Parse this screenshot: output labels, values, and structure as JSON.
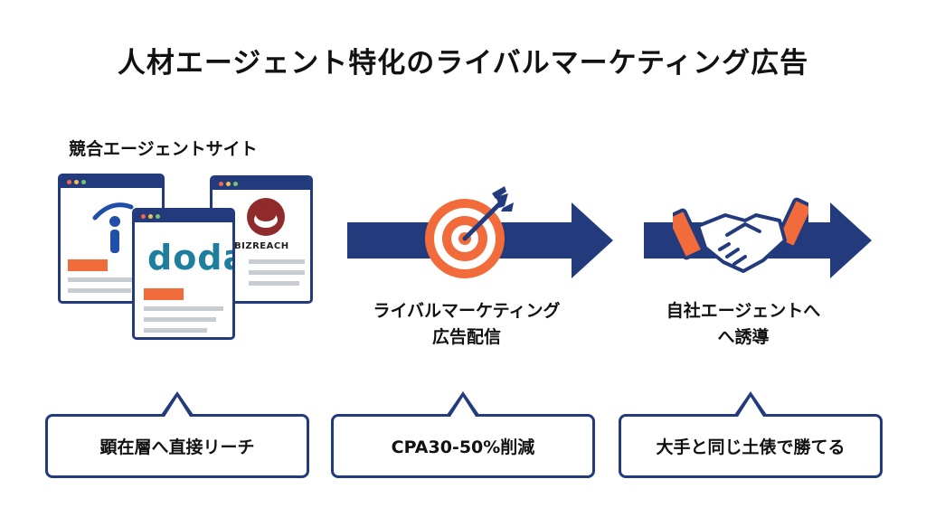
{
  "title": "人材エージェント特化のライバルマーケティング広告",
  "competitors": {
    "label": "競合エージェントサイト",
    "logos": {
      "doda": "doda",
      "bizreach": "BIZREACH"
    }
  },
  "flow": {
    "step1_label_line1": "ライバルマーケティング",
    "step1_label_line2": "広告配信",
    "step2_label_line1": "自社エージェントへ",
    "step2_label_line2": "へ誘導"
  },
  "callouts": {
    "left": "顕在層へ直接リーチ",
    "center": "CPA30-50%削減",
    "right": "大手と同じ土俵で勝てる"
  },
  "colors": {
    "navy": "#233a7d",
    "orange": "#f26b3a",
    "gray": "#c8ccd3"
  },
  "icons": [
    "indeed-i-logo-icon",
    "doda-logo",
    "bizreach-logo-icon",
    "target-icon",
    "handshake-icon"
  ]
}
